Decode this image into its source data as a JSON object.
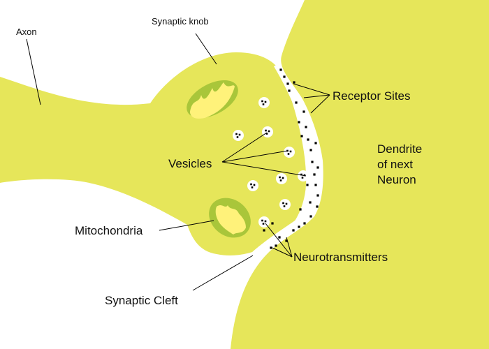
{
  "colors": {
    "tissue": "#E6E65A",
    "mito_outer": "#A9C63A",
    "mito_inner": "#FFF27A",
    "cleft": "#FFFFFF",
    "dot": "#000000"
  },
  "labels": {
    "axon": "Axon",
    "synaptic_knob": "Synaptic knob",
    "receptor_sites": "Receptor Sites",
    "dendrite_line1": "Dendrite",
    "dendrite_line2": "of next",
    "dendrite_line3": "Neuron",
    "vesicles": "Vesicles",
    "mitochondria": "Mitochondria",
    "neurotransmitters": "Neurotransmitters",
    "synaptic_cleft": "Synaptic Cleft"
  },
  "icons": {
    "vesicle": "vesicle-icon",
    "mitochondrion": "mitochondrion-icon",
    "neurotransmitter": "neurotransmitter-dot-icon",
    "receptor": "receptor-dot-icon"
  }
}
